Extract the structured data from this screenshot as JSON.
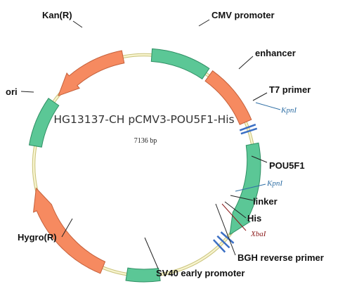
{
  "plasmid": {
    "name": "HG13137-CH pCMV3-POU5F1-His",
    "size": "7136 bp"
  },
  "features": {
    "cmv_promoter": "CMV promoter",
    "enhancer": "enhancer",
    "t7_primer": "T7 primer",
    "pou5f1": "POU5F1",
    "linker": "linker",
    "his": "His",
    "bgh_reverse_primer": "BGH reverse primer",
    "sv40_early_promoter": "SV40 early promoter",
    "hygro": "Hygro(R)",
    "ori": "ori",
    "kan": "Kan(R)"
  },
  "sites": {
    "kpn1_a": "KpnI",
    "kpn1_b": "KpnI",
    "xba1": "XbaI"
  },
  "colors": {
    "backbone": "#f2eeb4",
    "green_feature": "#5bc796",
    "orange_feature": "#f68a60",
    "primer": "#3b6fc4",
    "site_blue": "#2f6fa5",
    "site_red": "#8b1a1a"
  }
}
